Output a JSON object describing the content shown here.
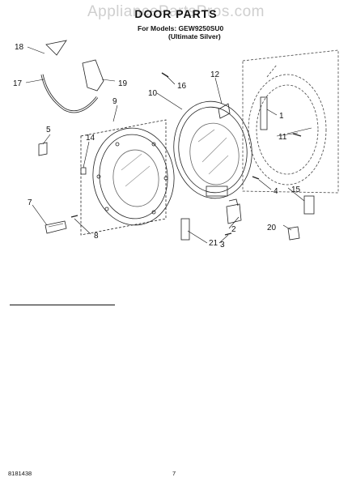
{
  "watermark": "AppliancePartsPros.com",
  "header": {
    "title": "DOOR PARTS",
    "models_line": "For Models: GEW9250SU0",
    "finish_line": "(Ultimate Silver)"
  },
  "callouts": [
    "1",
    "2",
    "3",
    "4",
    "5",
    "7",
    "8",
    "9",
    "10",
    "11",
    "12",
    "14",
    "15",
    "16",
    "17",
    "18",
    "19",
    "20",
    "21"
  ],
  "footer": {
    "document_number": "8181438",
    "page_number": "7"
  }
}
